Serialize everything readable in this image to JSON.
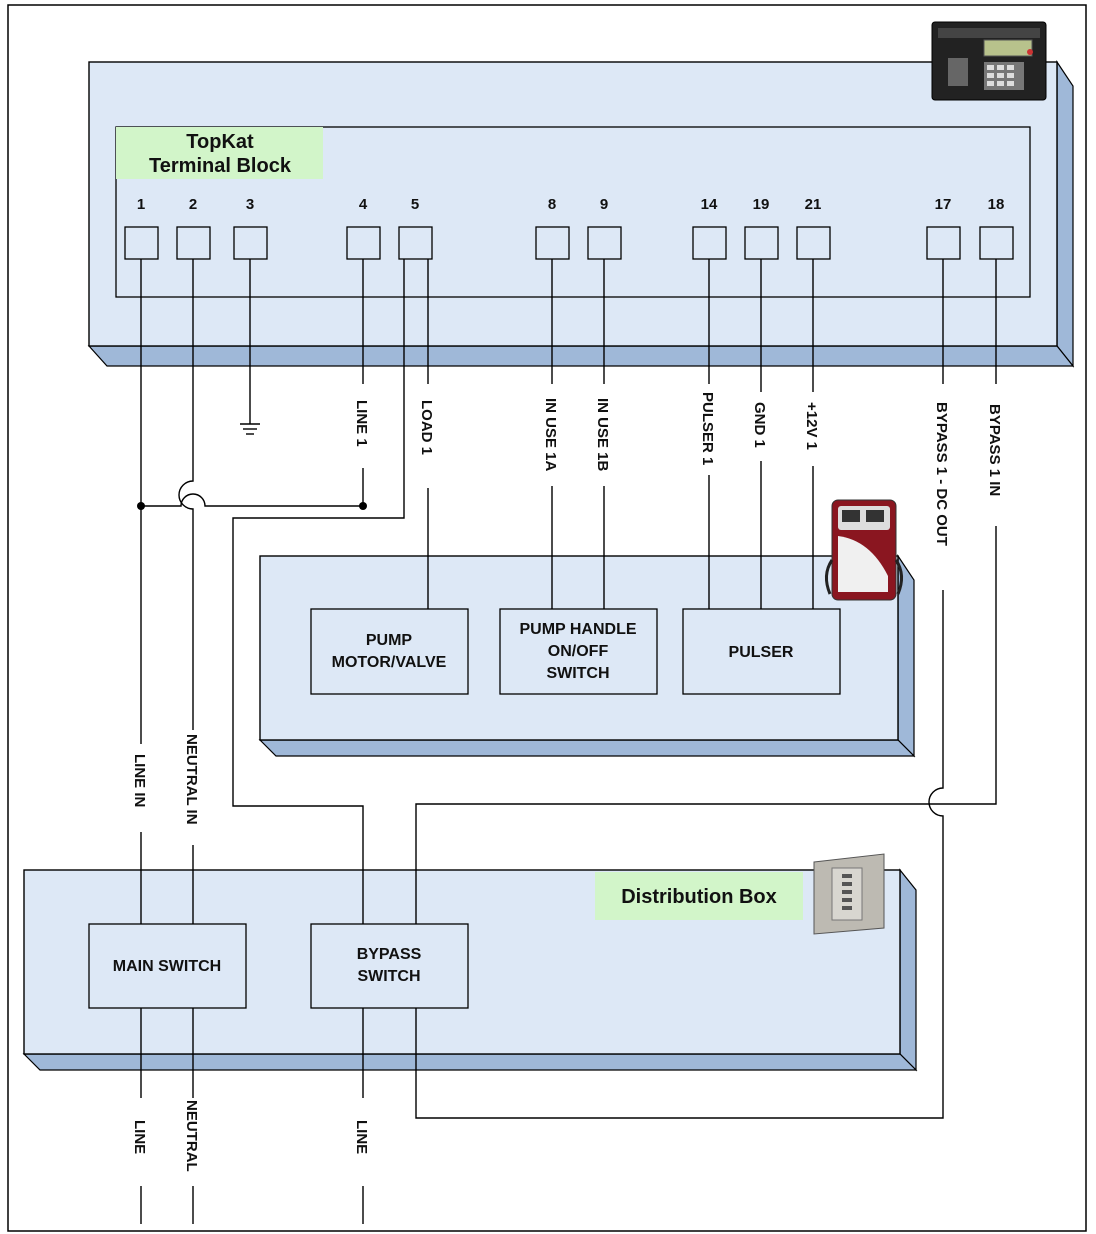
{
  "terminal_block": {
    "title_line1": "TopKat",
    "title_line2": "Terminal Block",
    "terminals": [
      "1",
      "2",
      "3",
      "4",
      "5",
      "8",
      "9",
      "14",
      "19",
      "21",
      "17",
      "18"
    ]
  },
  "wire_labels": {
    "line_1": "LINE 1",
    "load_1": "LOAD 1",
    "in_use_1a": "IN USE 1A",
    "in_use_1b": "IN USE 1B",
    "pulser_1": "PULSER 1",
    "gnd_1": "GND 1",
    "plus12v_1": "+12V 1",
    "bypass_1_dc_out": "BYPASS 1 - DC OUT",
    "bypass_1_in": "BYPASS 1 IN",
    "line_in": "LINE IN",
    "neutral_in": "NEUTRAL IN",
    "line_out_1": "LINE",
    "neutral_out": "NEUTRAL",
    "line_out_2": "LINE"
  },
  "pump": {
    "motor_valve_line1": "PUMP",
    "motor_valve_line2": "MOTOR/VALVE",
    "handle_line1": "PUMP HANDLE",
    "handle_line2": "ON/OFF",
    "handle_line3": "SWITCH",
    "pulser": "PULSER"
  },
  "distribution_box": {
    "title": "Distribution Box",
    "main_switch": "MAIN SWITCH",
    "bypass_line1": "BYPASS",
    "bypass_line2": "SWITCH"
  },
  "colors": {
    "panel_fill": "#dde8f6",
    "panel_shadow": "#9fb8d8",
    "panel_edge": "#7d9cc6",
    "title_bg": "#d2f5c9"
  }
}
